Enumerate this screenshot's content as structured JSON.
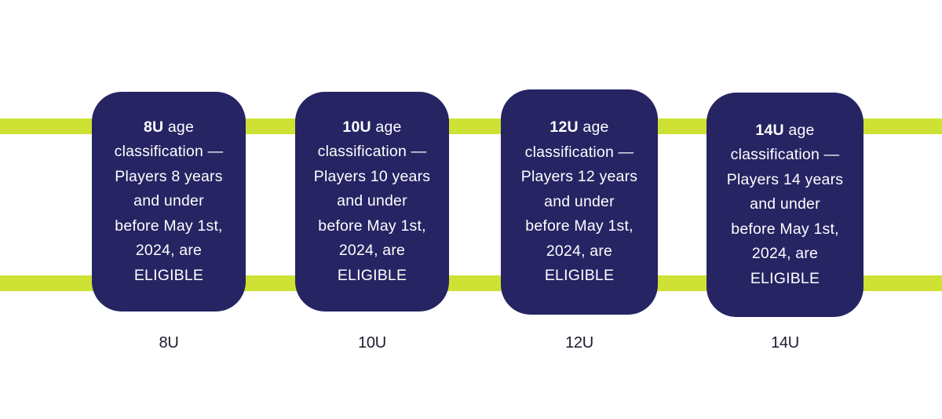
{
  "colors": {
    "card_background": "#262463",
    "stripe": "#cde234",
    "card_text": "#ffffff",
    "caption_text": "#1a1a2e"
  },
  "cards": [
    {
      "code": "8U",
      "lines": [
        " age",
        "classification —",
        "Players 8 years",
        "and under",
        "before May 1st,",
        "2024, are",
        "ELIGIBLE"
      ],
      "caption": "8U"
    },
    {
      "code": "10U",
      "lines": [
        " age",
        "classification —",
        "Players 10 years",
        "and under",
        "before May 1st,",
        "2024, are",
        "ELIGIBLE"
      ],
      "caption": "10U"
    },
    {
      "code": "12U",
      "lines": [
        " age",
        "classification —",
        "Players 12 years",
        "and under",
        "before May 1st,",
        "2024, are",
        "ELIGIBLE"
      ],
      "caption": "12U"
    },
    {
      "code": "14U",
      "lines": [
        " age",
        "classification —",
        "Players 14 years",
        "and under",
        "before May 1st,",
        "2024, are",
        "ELIGIBLE"
      ],
      "caption": "14U"
    }
  ]
}
